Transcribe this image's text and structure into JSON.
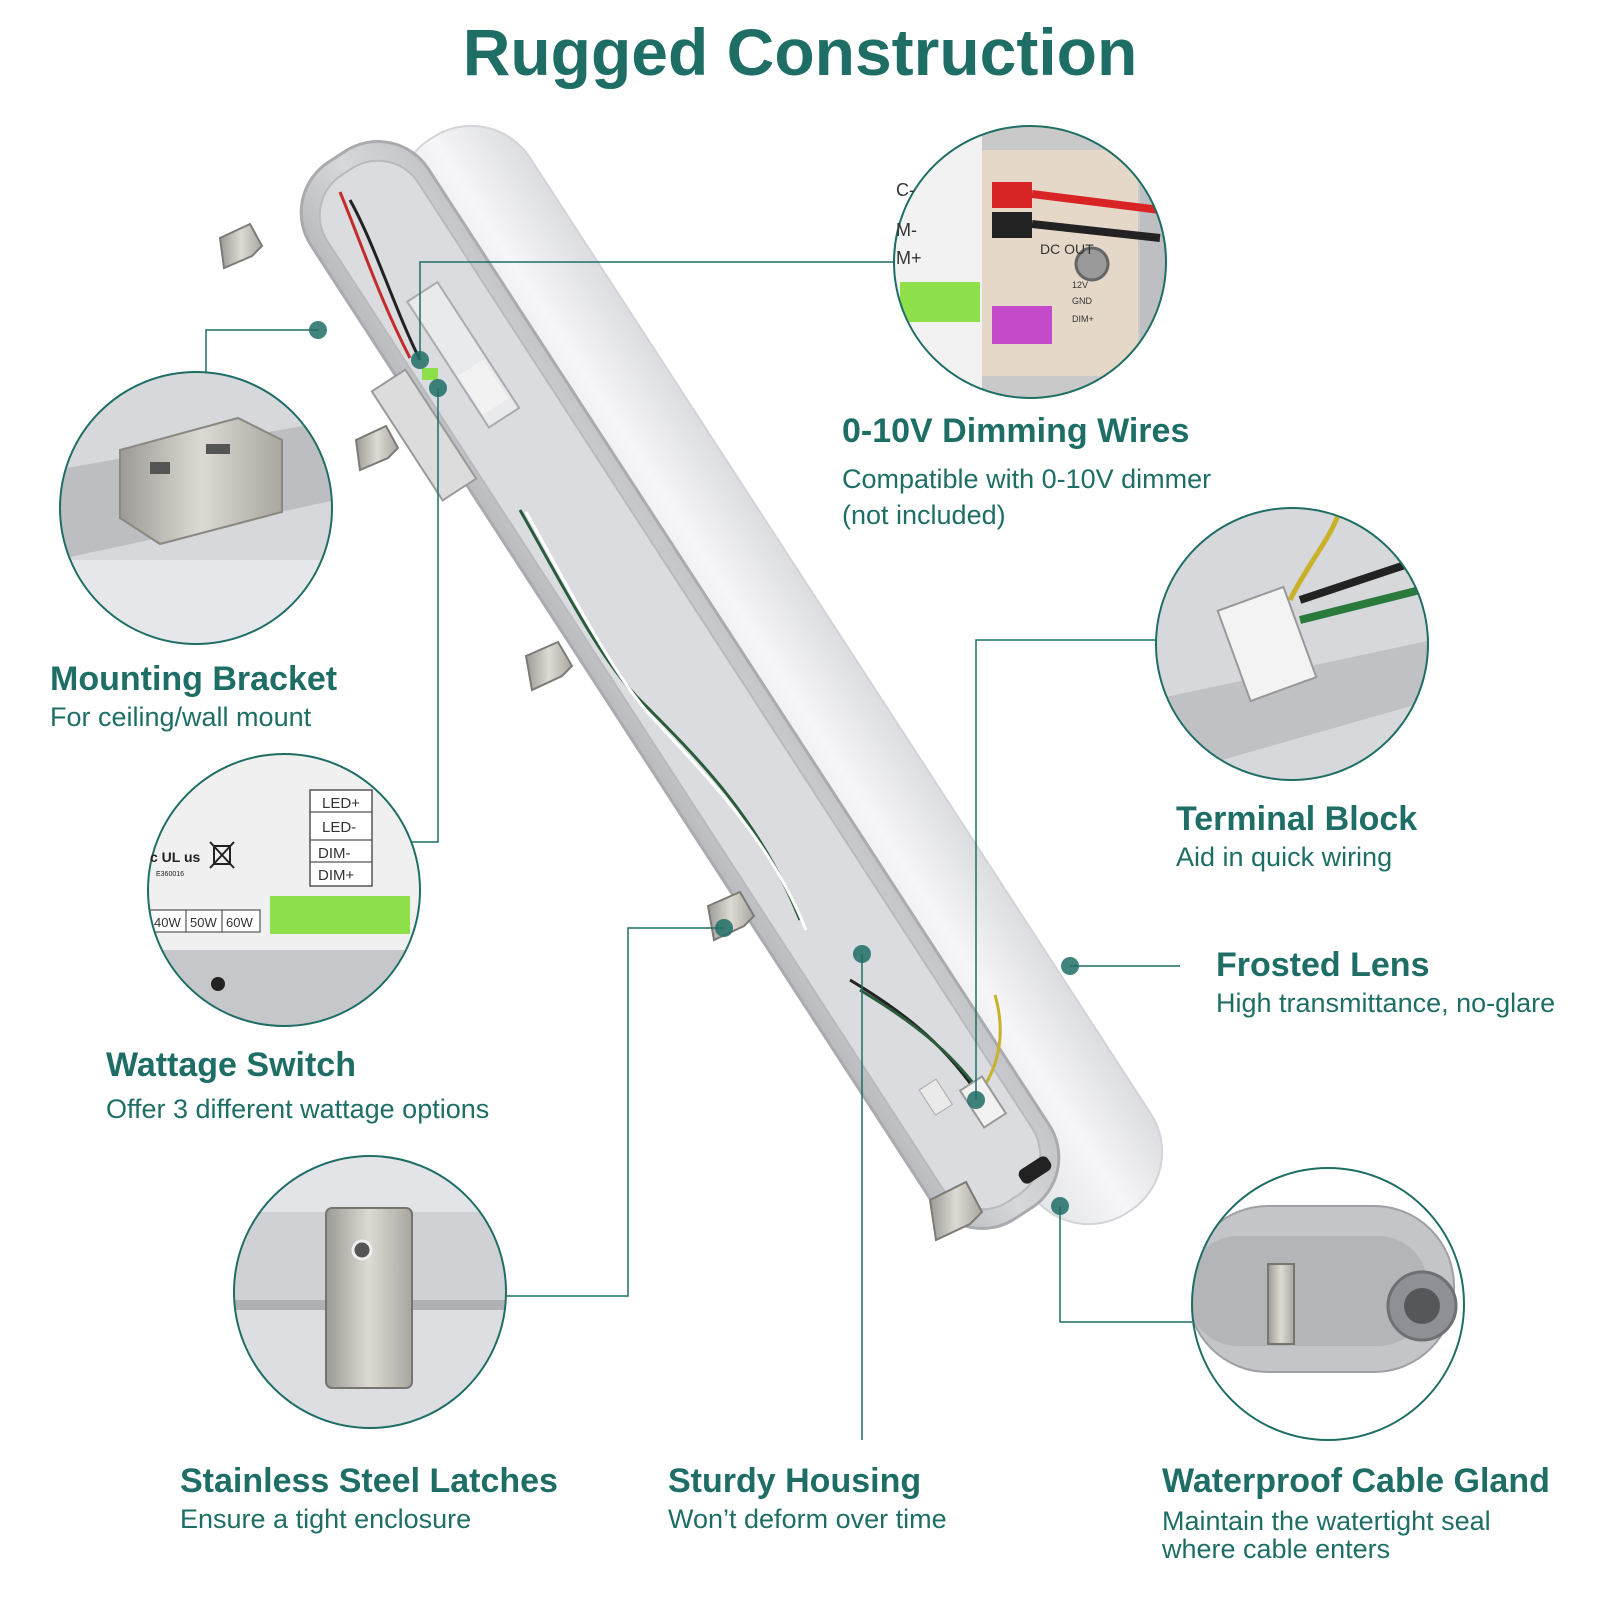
{
  "title": "Rugged Construction",
  "features": {
    "dimming": {
      "title": "0-10V Dimming Wires",
      "desc1": "Compatible with 0-10V dimmer",
      "desc2": "(not included)"
    },
    "bracket": {
      "title": "Mounting Bracket",
      "desc": "For ceiling/wall mount"
    },
    "terminal": {
      "title": "Terminal Block",
      "desc": "Aid in quick wiring"
    },
    "lens": {
      "title": "Frosted Lens",
      "desc": "High transmittance, no-glare"
    },
    "wattage": {
      "title": "Wattage Switch",
      "desc": "Offer 3 different wattage options"
    },
    "latches": {
      "title": "Stainless Steel Latches",
      "desc": "Ensure a tight enclosure"
    },
    "housing": {
      "title": "Sturdy Housing",
      "desc": "Won’t deform over time"
    },
    "gland": {
      "title": "Waterproof Cable Gland",
      "desc1": "Maintain the watertight seal",
      "desc2": "where cable enters"
    }
  },
  "labels": {
    "terminal_top": [
      "C-",
      "M-",
      "M+"
    ],
    "driver_out": "DC OUT",
    "driver_pins": [
      "12V",
      "GND",
      "DIM+"
    ],
    "wattage_pins": [
      "LED+",
      "LED-",
      "DIM-",
      "DIM+"
    ],
    "wattage_options": [
      "40W",
      "50W",
      "60W"
    ],
    "cert_mark": "c UL us",
    "cert_code": "E360016"
  },
  "colors": {
    "accent": "#1e6e66",
    "housing": "#c9cbce",
    "lens": "#f1f1f3",
    "switch": "#8ee04a"
  }
}
